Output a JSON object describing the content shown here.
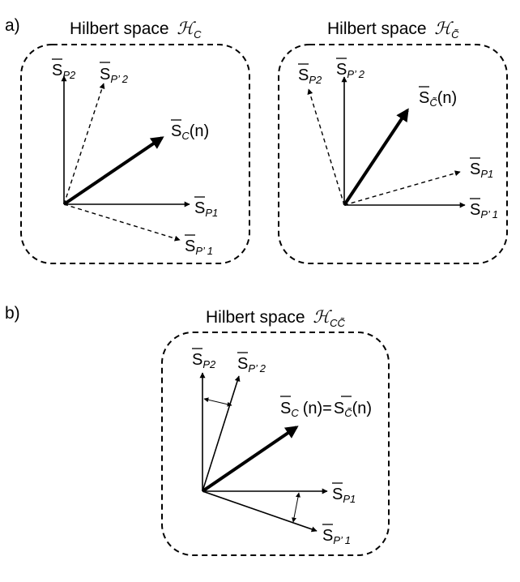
{
  "panels": {
    "a": {
      "tag": "a)",
      "left": {
        "title_text": "Hilbert space",
        "title_symbol": "ℋ",
        "title_sub": "C",
        "labels": {
          "p2": {
            "main": "S",
            "sub": "P2"
          },
          "pp2": {
            "main": "S",
            "sub": "P’ 2"
          },
          "c": {
            "main": "S",
            "sub": "C",
            "arg": "(n)"
          },
          "p1": {
            "main": "S",
            "sub": "P1"
          },
          "pp1": {
            "main": "S",
            "sub": "P’ 1"
          }
        }
      },
      "right": {
        "title_text": "Hilbert space",
        "title_symbol": "ℋ",
        "title_sub": "C̃",
        "labels": {
          "p2": {
            "main": "S",
            "sub": "P2"
          },
          "pp2": {
            "main": "S",
            "sub": "P’ 2"
          },
          "c": {
            "main": "S",
            "sub": "C̃",
            "arg": "(n)"
          },
          "p1": {
            "main": "S",
            "sub": "P1"
          },
          "pp1": {
            "main": "S",
            "sub": "P’ 1"
          }
        }
      }
    },
    "b": {
      "tag": "b)",
      "title_text": "Hilbert space",
      "title_symbol": "ℋ",
      "title_sub": "CC̃",
      "labels": {
        "p2": {
          "main": "S",
          "sub": "P2"
        },
        "pp2": {
          "main": "S",
          "sub": "P’ 2"
        },
        "c_left": {
          "main": "S",
          "sub": "C",
          "arg": "(n)="
        },
        "c_right": {
          "main": "S",
          "sub": "C̃",
          "arg": "(n)"
        },
        "p1": {
          "main": "S",
          "sub": "P1"
        },
        "pp1": {
          "main": "S",
          "sub": "P’ 1"
        }
      }
    }
  }
}
